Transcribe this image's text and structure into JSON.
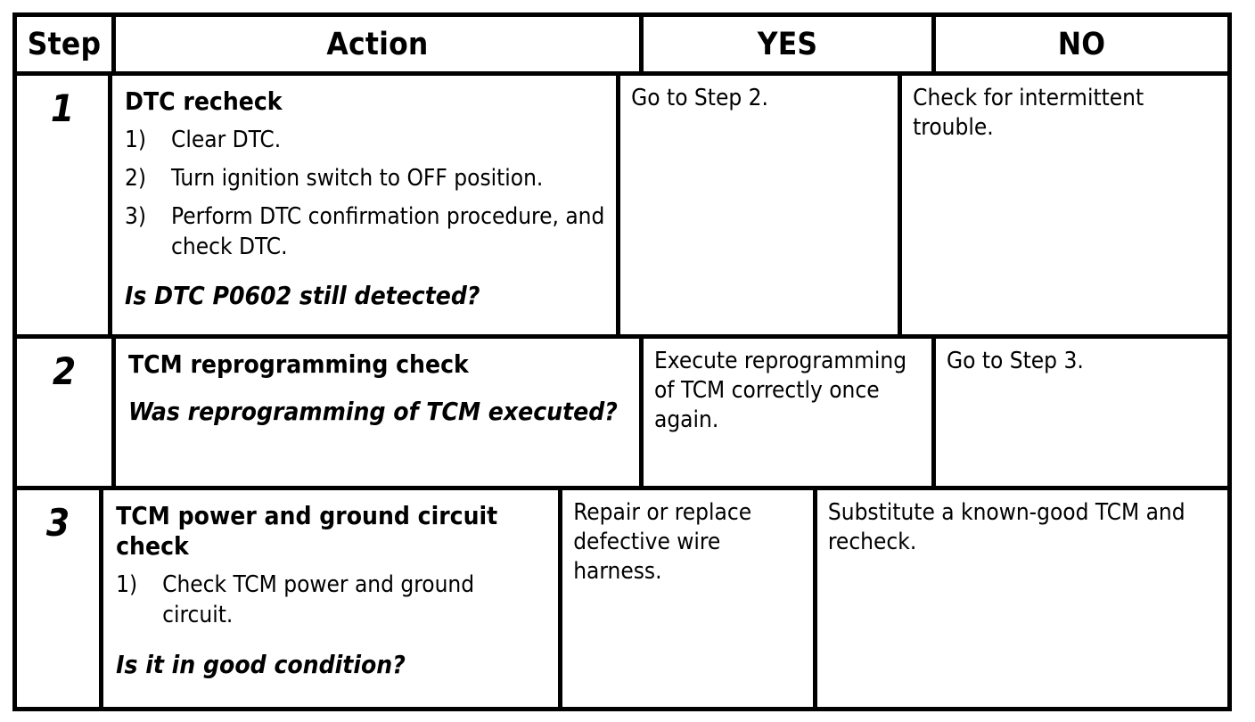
{
  "table": {
    "columns": [
      {
        "key": "step",
        "label": "Step"
      },
      {
        "key": "action",
        "label": "Action"
      },
      {
        "key": "yes",
        "label": "YES"
      },
      {
        "key": "no",
        "label": "NO"
      }
    ],
    "rows": [
      {
        "step": "1",
        "action": {
          "title": "DTC recheck",
          "items": [
            {
              "marker": "1)",
              "text": "Clear DTC."
            },
            {
              "marker": "2)",
              "text": "Turn ignition switch to OFF position."
            },
            {
              "marker": "3)",
              "text": "Perform DTC confirmation procedure, and check DTC."
            }
          ],
          "question": "Is DTC P0602 still detected?"
        },
        "yes": "Go to Step 2.",
        "no": "Check for intermittent trouble."
      },
      {
        "step": "2",
        "action": {
          "title": "TCM reprogramming check",
          "items": [],
          "question": "Was reprogramming of TCM executed?"
        },
        "yes": "Execute reprogramming of TCM correctly once again.",
        "no": "Go to Step 3."
      },
      {
        "step": "3",
        "action": {
          "title": "TCM power and ground circuit check",
          "items": [
            {
              "marker": "1)",
              "text": "Check TCM power and ground circuit."
            }
          ],
          "question": "Is it in good condition?"
        },
        "yes": "Repair or replace defective wire harness.",
        "no": "Substitute a known-good TCM and recheck."
      }
    ]
  },
  "colors": {
    "border": "#000000",
    "background": "#ffffff",
    "text": "#000000"
  }
}
